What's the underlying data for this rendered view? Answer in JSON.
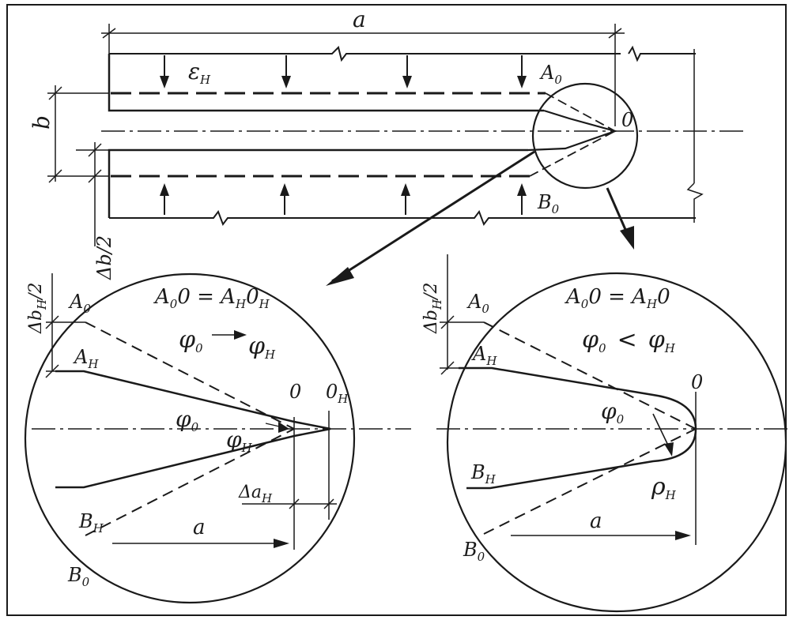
{
  "labels": {
    "a_top": "a",
    "b": "b",
    "db2": "Δb/2",
    "eps": "ε",
    "eps_sub": "H",
    "A0_top": "A",
    "A0_top_sub": "0",
    "B0_top": "B",
    "B0_top_sub": "0",
    "O_top": "0",
    "L_eq1_a": "A",
    "L_eq1_a_sub": "0",
    "L_eq1_mid": "0 = A",
    "L_eq1_mid_sub": "H",
    "L_eq1_end": "0",
    "L_eq1_end_sub": "H",
    "L_phi_a": "φ",
    "L_phi_a_sub": "0",
    "L_phi_b": "φ",
    "L_phi_b_sub": "H",
    "L_dbh": "Δb",
    "L_dbh_sub": "H",
    "L_dbh_end": "/2",
    "L_A0": "A",
    "L_A0_sub": "0",
    "L_AH": "A",
    "L_AH_sub": "H",
    "L_BH": "B",
    "L_BH_sub": "H",
    "L_B0": "B",
    "L_B0_sub": "0",
    "L_phi0": "φ",
    "L_phi0_sub": "0",
    "L_phiH": "φ",
    "L_phiH_sub": "H",
    "L_O": "0",
    "L_OH": "0",
    "L_OH_sub": "H",
    "L_da": "Δa",
    "L_da_sub": "H",
    "L_a": "a",
    "R_eq1_a": "A",
    "R_eq1_a_sub": "0",
    "R_eq1_mid": "0 = A",
    "R_eq1_mid_sub": "H",
    "R_eq1_end": "0",
    "R_phi_a": "φ",
    "R_phi_a_sub": "0",
    "R_phi_lt": "<",
    "R_phi_b": "φ",
    "R_phi_b_sub": "H",
    "R_dbh": "Δb",
    "R_dbh_sub": "H",
    "R_dbh_end": "/2",
    "R_A0": "A",
    "R_A0_sub": "0",
    "R_AH": "A",
    "R_AH_sub": "H",
    "R_BH": "B",
    "R_BH_sub": "H",
    "R_B0": "B",
    "R_B0_sub": "0",
    "R_phi0": "φ",
    "R_phi0_sub": "0",
    "R_O": "0",
    "R_rho": "ρ",
    "R_rho_sub": "H",
    "R_a": "a"
  }
}
